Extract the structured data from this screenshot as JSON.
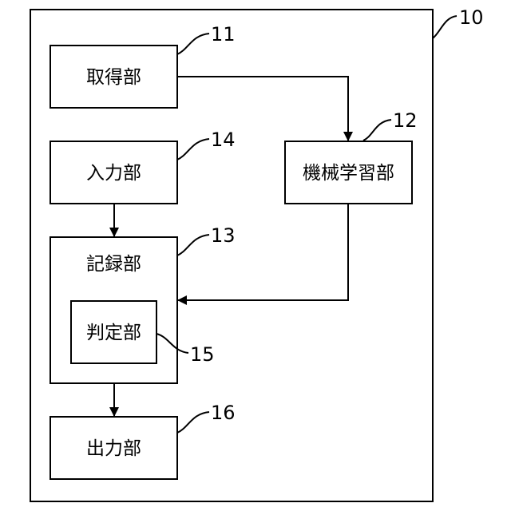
{
  "diagram": {
    "system": {
      "ref": "10"
    },
    "blocks": {
      "acquisition": {
        "label": "取得部",
        "ref": "11"
      },
      "machine_learning": {
        "label": "機械学習部",
        "ref": "12"
      },
      "recording": {
        "label": "記録部",
        "ref": "13"
      },
      "input": {
        "label": "入力部",
        "ref": "14"
      },
      "judgment": {
        "label": "判定部",
        "ref": "15"
      },
      "output": {
        "label": "出力部",
        "ref": "16"
      }
    }
  }
}
